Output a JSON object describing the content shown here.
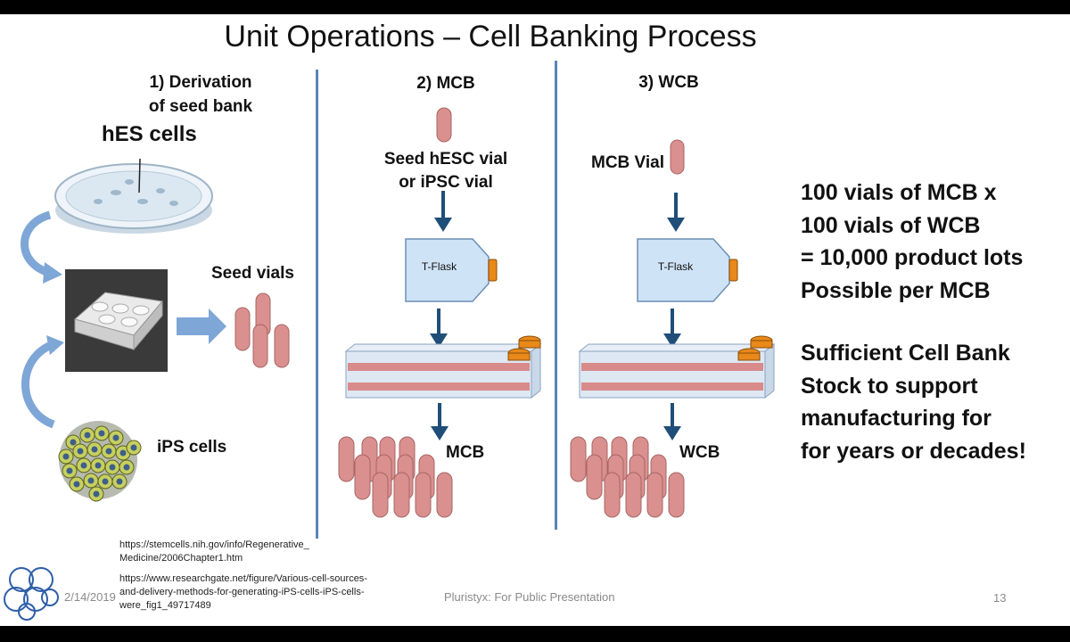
{
  "title": "Unit Operations – Cell Banking Process",
  "sections": {
    "derivation": {
      "line1": "1) Derivation",
      "line2": "of seed bank"
    },
    "mcb": "2) MCB",
    "wcb": "3) WCB"
  },
  "labels": {
    "hes_cells": "hES cells",
    "ips_cells": "iPS cells",
    "seed_vials": "Seed vials",
    "seed_vial_line1": "Seed hESC vial",
    "seed_vial_line2": "or iPSC vial",
    "mcb_vial": "MCB Vial",
    "t_flask": "T-Flask",
    "mcb_output": "MCB",
    "wcb_output": "WCB"
  },
  "summary": {
    "line1": "100 vials of MCB x",
    "line2": "100 vials of WCB",
    "line3": "= 10,000 product lots",
    "line4": "Possible per MCB",
    "line5": "Sufficient Cell Bank",
    "line6": "Stock to support",
    "line7": "manufacturing for",
    "line8": "for years or decades!"
  },
  "references": {
    "ref1_line1": "https://stemcells.nih.gov/info/Regenerative_",
    "ref1_line2": "Medicine/2006Chapter1.htm",
    "ref2_line1": "https://www.researchgate.net/figure/Various-cell-sources-",
    "ref2_line2": "and-delivery-methods-for-generating-iPS-cells-iPS-cells-",
    "ref2_line3": "were_fig1_49717489"
  },
  "footer": {
    "date": "2/14/2019",
    "center": "Pluristyx: For Public Presentation",
    "page": "13"
  },
  "colors": {
    "vial": "#d9908e",
    "vial_stroke": "#a86665",
    "arrow": "#1f4e79",
    "flask": "#cfe3f6",
    "cap": "#e8891a",
    "divider": "#5b84b8"
  }
}
